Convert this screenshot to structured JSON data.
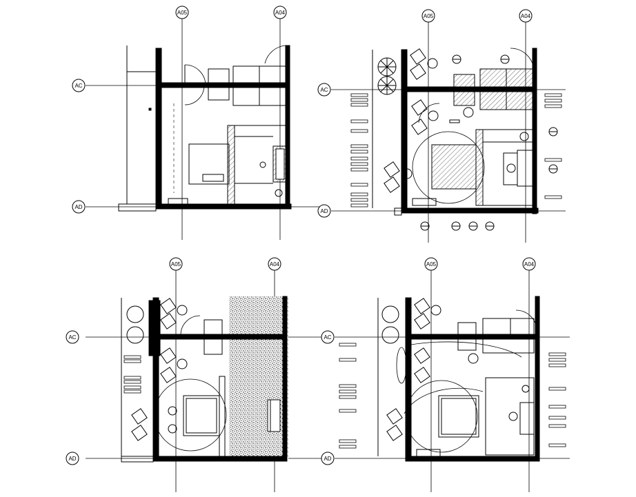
{
  "sheet": {
    "grid_labels": {
      "ac": "AC",
      "ad": "AD",
      "a05": "A05",
      "a04": "A04"
    },
    "plans": [
      {
        "id": "plan-top-left"
      },
      {
        "id": "plan-top-right"
      },
      {
        "id": "plan-bottom-left"
      },
      {
        "id": "plan-bottom-right"
      }
    ]
  }
}
